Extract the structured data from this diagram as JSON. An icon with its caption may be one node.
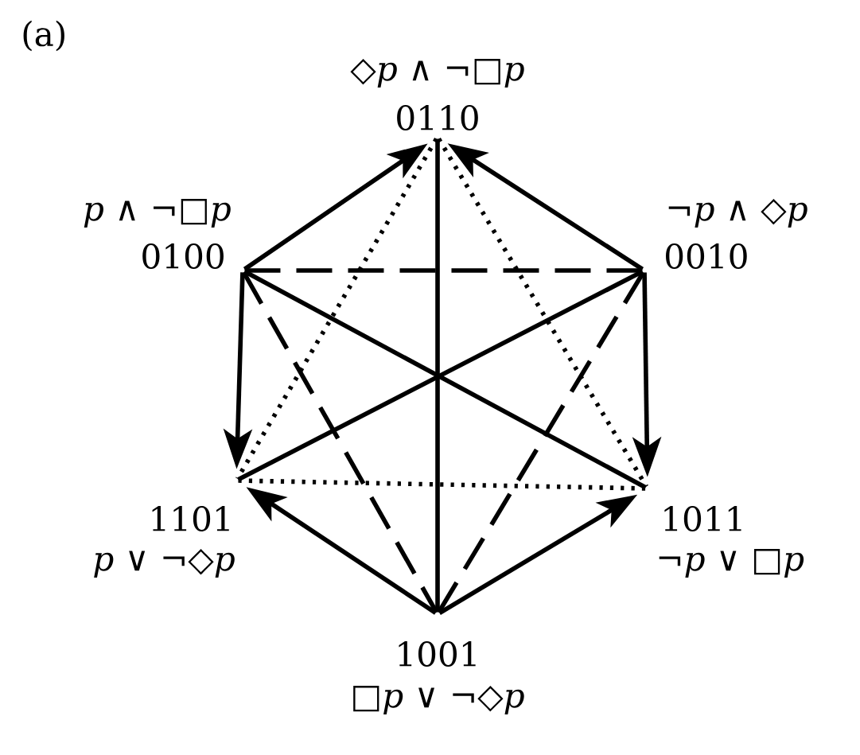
{
  "diagram": {
    "nodes": [
      {
        "text": [
          "◇*p* ∧ ¬□*p*",
          "0110"
        ]
      },
      {
        "text": [
          "*p* ∧ ¬□*p*",
          "0100"
        ]
      },
      {
        "text": [
          "¬*p* ∧ ◇*p*",
          "0010"
        ]
      },
      {
        "text": [
          "1101",
          "*p* ∨ ¬◇*p*"
        ]
      },
      {
        "text": [
          "1011",
          "¬*p* ∨ □*p*"
        ]
      },
      {
        "text": [
          "1001",
          "□*p* ∨ ¬◇*p*"
        ]
      }
    ],
    "edges": [
      {
        "from": 1,
        "to": 0,
        "arrow": "to"
      },
      {
        "from": 2,
        "to": 0,
        "arrow": "to"
      },
      {
        "from": 1,
        "to": 3,
        "arrow": "to"
      },
      {
        "from": 2,
        "to": 4,
        "arrow": "to"
      },
      {
        "from": 5,
        "to": 3,
        "arrow": "to"
      },
      {
        "from": 5,
        "to": 4,
        "arrow": "to"
      },
      {
        "from": 1,
        "to": 2,
        "arrow": "none",
        "style": "dashed"
      },
      {
        "from": 3,
        "to": 4,
        "arrow": "none",
        "style": "dashed"
      },
      {
        "from": 0,
        "to": 5,
        "arrow": "none"
      },
      {
        "from": 1,
        "to": 4,
        "arrow": "none"
      },
      {
        "from": 2,
        "to": 3,
        "arrow": "none"
      },
      {
        "from": 0,
        "to": 3,
        "arrow": "none",
        "style": "dashed"
      },
      {
        "from": 0,
        "to": 4,
        "arrow": "none",
        "style": "dashed"
      },
      {
        "from": 5,
        "to": 1,
        "arrow": "none",
        "style": "dashed"
      },
      {
        "from": 5,
        "to": 2,
        "arrow": "none",
        "style": "dashed"
      }
    ],
    "labels": [
      "(a)"
    ]
  }
}
